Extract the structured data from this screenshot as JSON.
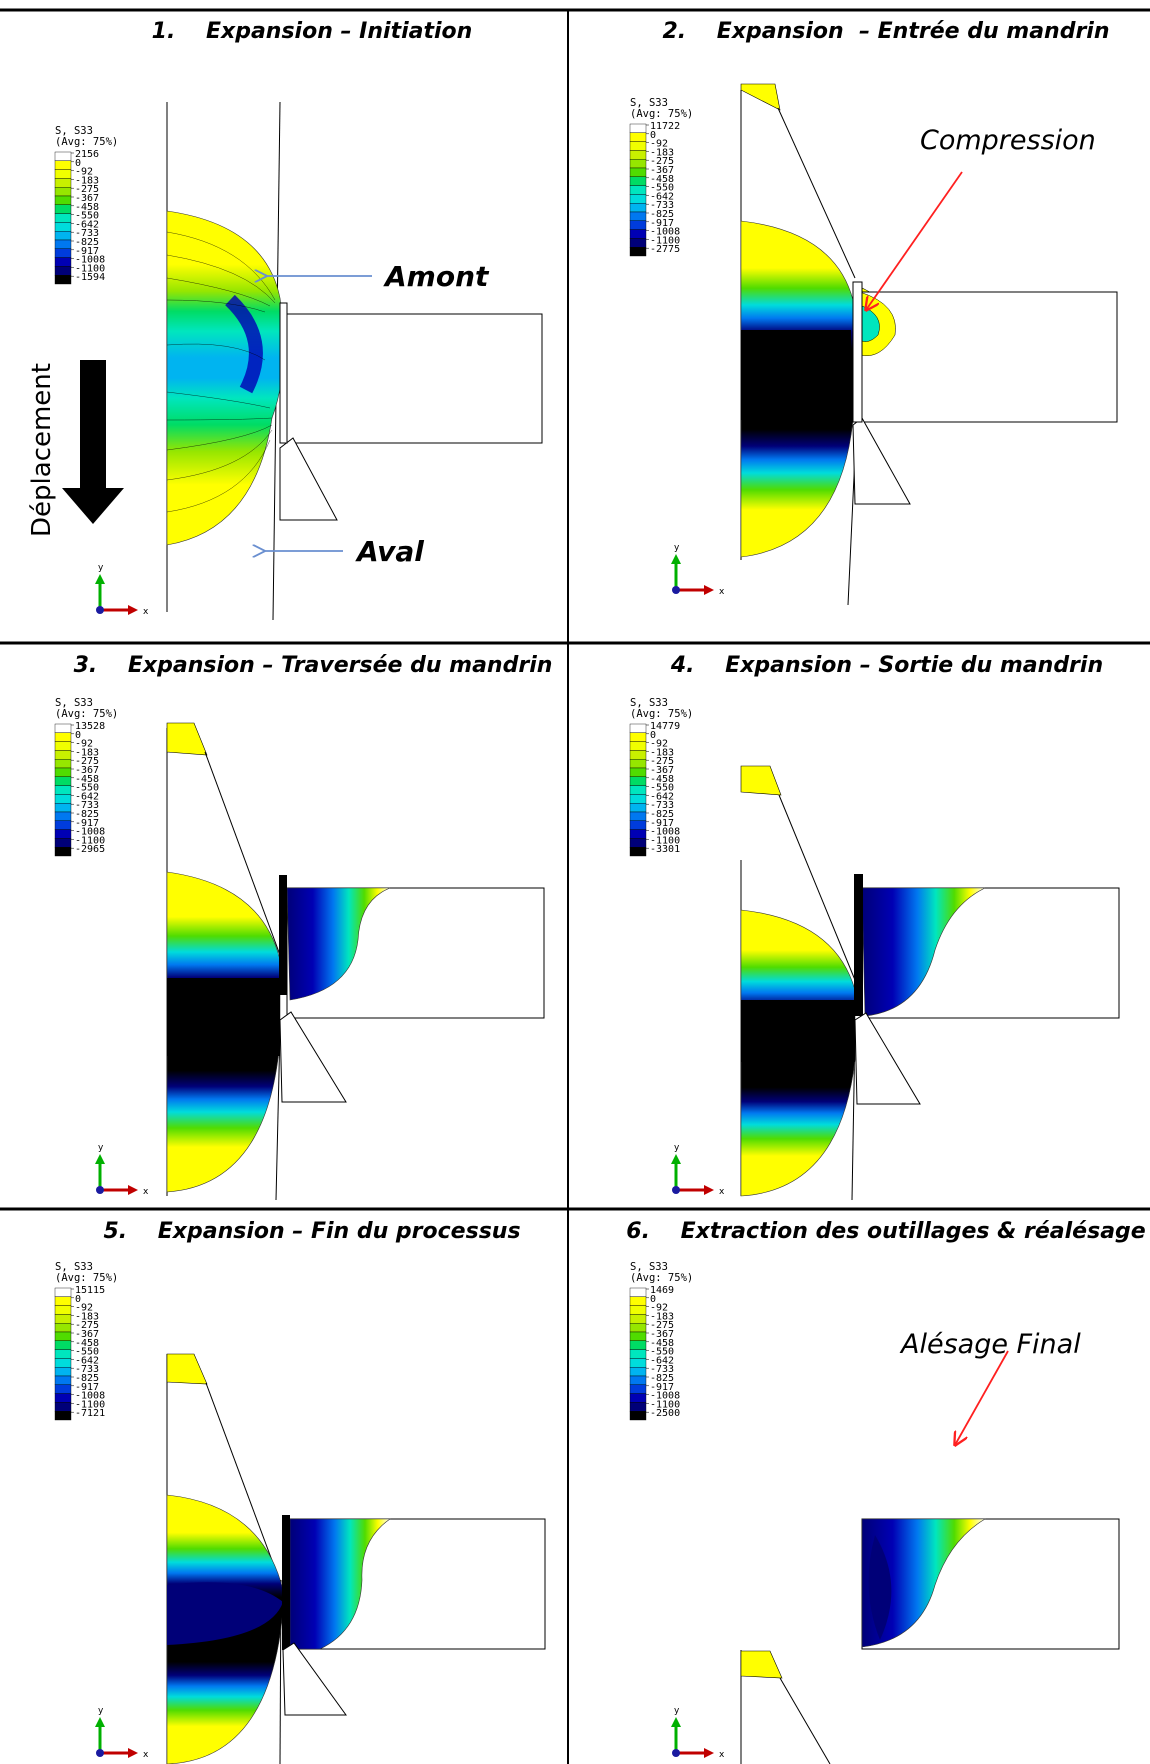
{
  "panels": [
    {
      "title": "1.    Expansion – Initiation",
      "legend": {
        "variable": "S, S33",
        "averaging": "(Avg: 75%)",
        "values": [
          "2156",
          "0",
          "-92",
          "-183",
          "-275",
          "-367",
          "-458",
          "-550",
          "-642",
          "-733",
          "-825",
          "-917",
          "-1008",
          "-1100",
          "-1594"
        ]
      }
    },
    {
      "title": "2.    Expansion  – Entrée du mandrin",
      "legend": {
        "variable": "S, S33",
        "averaging": "(Avg: 75%)",
        "values": [
          "11722",
          "0",
          "-92",
          "-183",
          "-275",
          "-367",
          "-458",
          "-550",
          "-642",
          "-733",
          "-825",
          "-917",
          "-1008",
          "-1100",
          "-2775"
        ]
      }
    },
    {
      "title": "3.    Expansion – Traversée du mandrin",
      "legend": {
        "variable": "S, S33",
        "averaging": "(Avg: 75%)",
        "values": [
          "13528",
          "0",
          "-92",
          "-183",
          "-275",
          "-367",
          "-458",
          "-550",
          "-642",
          "-733",
          "-825",
          "-917",
          "-1008",
          "-1100",
          "-2965"
        ]
      }
    },
    {
      "title": "4.    Expansion – Sortie du mandrin",
      "legend": {
        "variable": "S, S33",
        "averaging": "(Avg: 75%)",
        "values": [
          "14779",
          "0",
          "-92",
          "-183",
          "-275",
          "-367",
          "-458",
          "-550",
          "-642",
          "-733",
          "-825",
          "-917",
          "-1008",
          "-1100",
          "-3301"
        ]
      }
    },
    {
      "title": "5.    Expansion – Fin du processus",
      "legend": {
        "variable": "S, S33",
        "averaging": "(Avg: 75%)",
        "values": [
          "15115",
          "0",
          "-92",
          "-183",
          "-275",
          "-367",
          "-458",
          "-550",
          "-642",
          "-733",
          "-825",
          "-917",
          "-1008",
          "-1100",
          "-7121"
        ]
      }
    },
    {
      "title": "6.    Extraction des outillages & réalésage",
      "legend": {
        "variable": "S, S33",
        "averaging": "(Avg: 75%)",
        "values": [
          "1469",
          "0",
          "-92",
          "-183",
          "-275",
          "-367",
          "-458",
          "-550",
          "-642",
          "-733",
          "-825",
          "-917",
          "-1008",
          "-1100",
          "-2500"
        ]
      }
    }
  ],
  "annotations": {
    "amont": "Amont",
    "aval": "Aval",
    "deplacement": "Déplacement",
    "compression": "Compression",
    "alesage_final": "Alésage Final"
  },
  "axes": {
    "x": "x",
    "y": "y"
  },
  "colors": {
    "contour_scale": [
      "#ffffff",
      "#ffff00",
      "#f0ff00",
      "#c8f000",
      "#96e600",
      "#50dc00",
      "#00dc64",
      "#00e6be",
      "#00dcdc",
      "#00b4f0",
      "#0078f0",
      "#003cdc",
      "#0000b4",
      "#000078",
      "#000000"
    ],
    "arrow_blue": "#6a8fd0",
    "arrow_red": "#ff2020"
  }
}
